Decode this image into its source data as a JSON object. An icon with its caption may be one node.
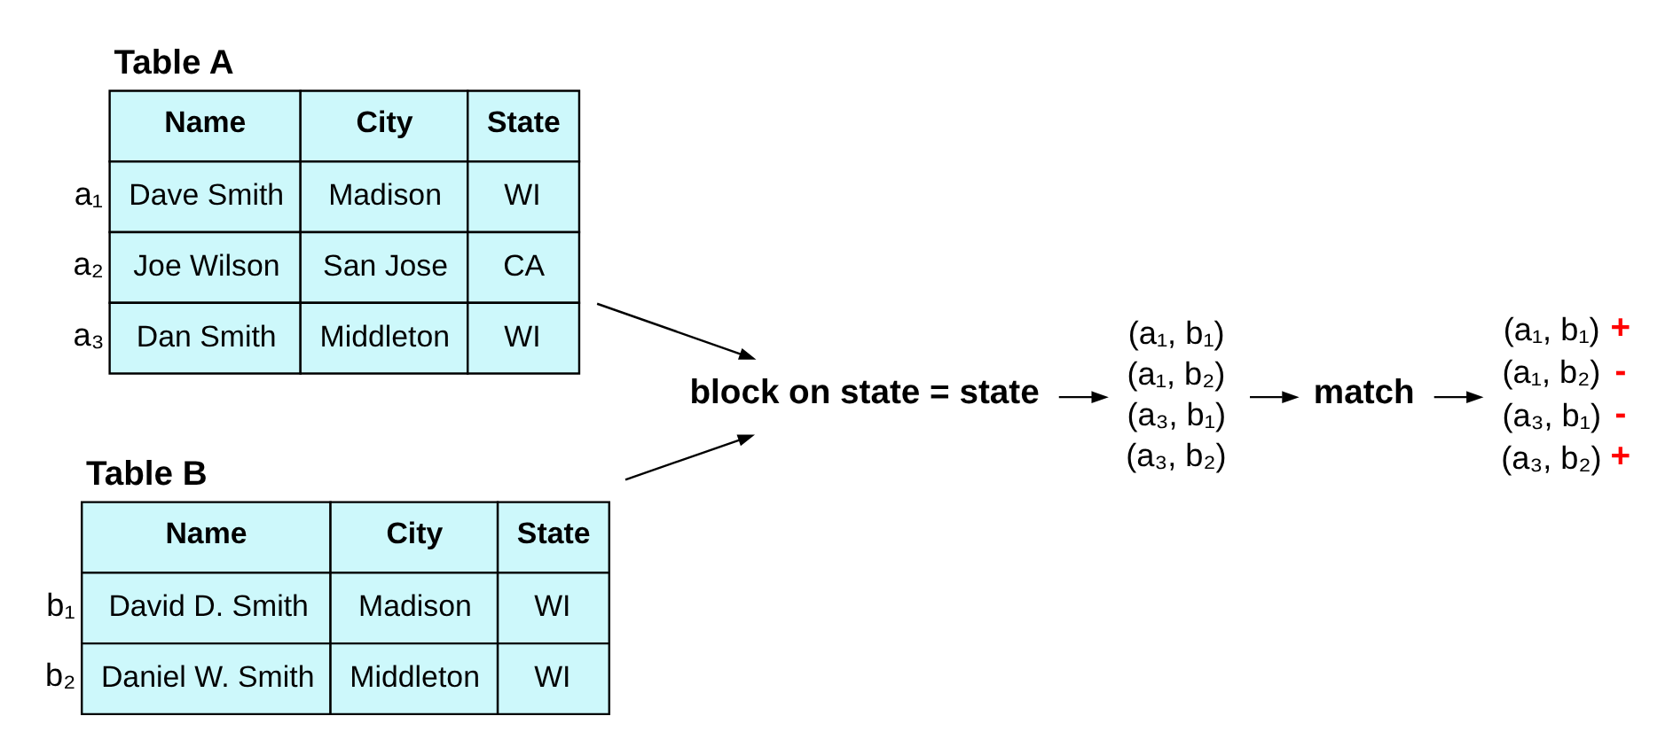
{
  "diagram": {
    "nodes": [
      {
        "text": [
          "Table A",
          "Name",
          "City",
          "State",
          "Dave Smith",
          "Madison",
          "WI",
          "Joe Wilson",
          "San Jose",
          "CA",
          "Dan Smith",
          "Middleton",
          "WI"
        ],
        "beside": [
          "a₁",
          "a₂",
          "a₃"
        ]
      },
      {
        "text": [
          "Table B",
          "Name",
          "City",
          "State",
          "David D. Smith",
          "Madison",
          "WI",
          "Daniel W. Smith",
          "Middleton",
          "WI"
        ],
        "beside": [
          "b₁",
          "b₂"
        ]
      },
      {
        "text": [
          "block on state = state"
        ]
      },
      {
        "text": [
          "(a₁, b₁)",
          "(a₁, b₂)",
          "(a₃, b₁)",
          "(a₃, b₂)"
        ]
      },
      {
        "text": [
          "match"
        ]
      },
      {
        "text": [
          "(a₁, b₁)",
          "(a₁, b₂)",
          "(a₃, b₁)",
          "(a₃, b₂)"
        ],
        "beside": [
          "+",
          "-",
          "-",
          "+"
        ]
      }
    ],
    "edges": [
      {
        "from": 0,
        "to": 2,
        "arrow": "to"
      },
      {
        "from": 1,
        "to": 2,
        "arrow": "to"
      },
      {
        "from": 2,
        "to": 3,
        "arrow": "to"
      },
      {
        "from": 3,
        "to": 4,
        "arrow": "to"
      },
      {
        "from": 4,
        "to": 5,
        "arrow": "to"
      }
    ]
  }
}
